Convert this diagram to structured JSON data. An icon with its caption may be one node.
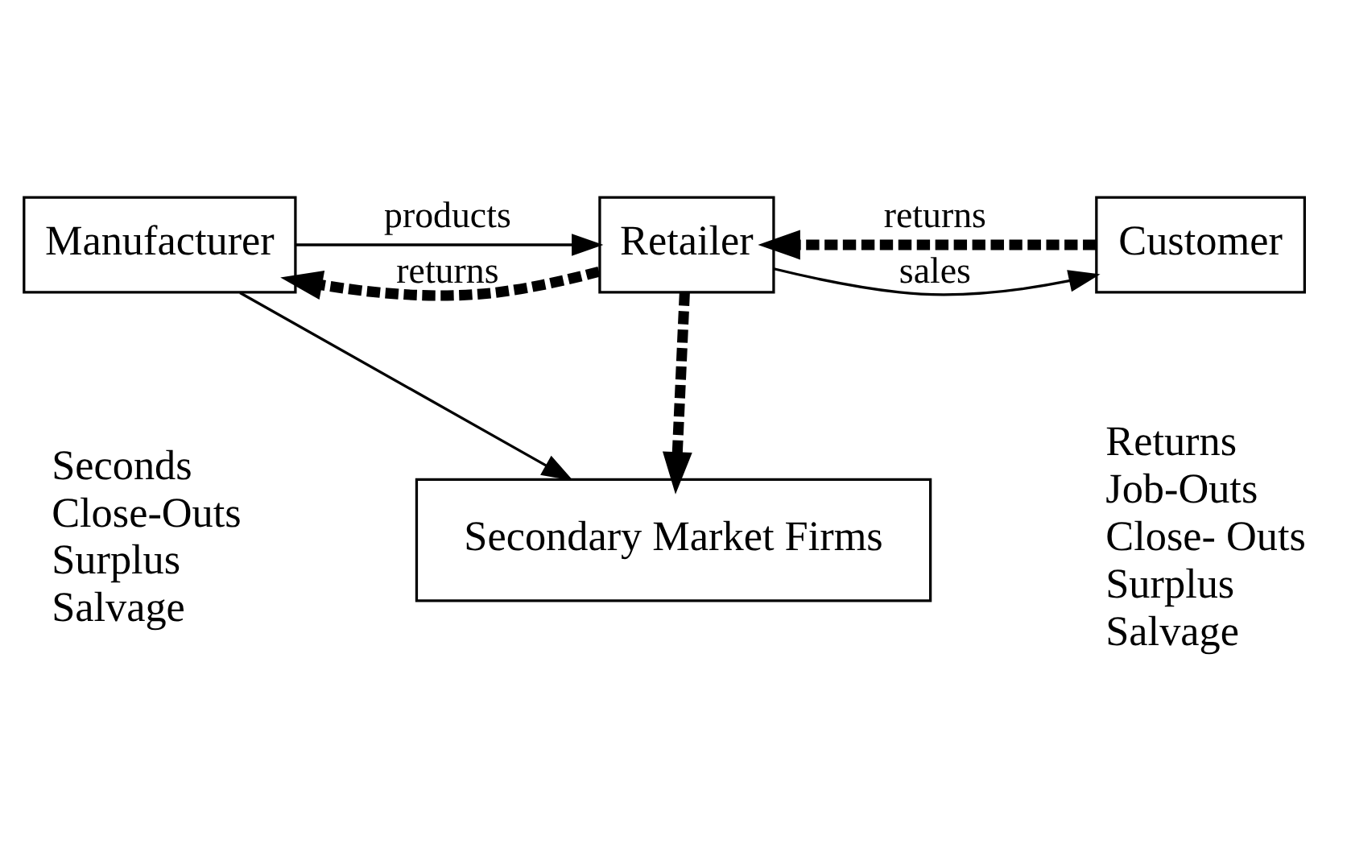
{
  "diagram": {
    "nodes": [
      {
        "text": [
          "Manufacturer"
        ]
      },
      {
        "text": [
          "Retailer"
        ]
      },
      {
        "text": [
          "Customer"
        ]
      },
      {
        "text": [
          "Secondary Market Firms"
        ]
      }
    ],
    "edges": [
      {
        "from": 0,
        "to": 1,
        "arrow": "to",
        "label": "products"
      },
      {
        "from": 1,
        "to": 2,
        "arrow": "to",
        "label": "sales"
      },
      {
        "from": 1,
        "to": 0,
        "arrow": "to",
        "label": "returns",
        "style": "dashed"
      },
      {
        "from": 2,
        "to": 1,
        "arrow": "to",
        "label": "returns",
        "style": "dashed"
      },
      {
        "from": 0,
        "to": 3,
        "arrow": "to"
      },
      {
        "from": 1,
        "to": 3,
        "arrow": "to",
        "style": "dashed"
      }
    ],
    "labels": [
      "Seconds",
      "Close-Outs",
      "Surplus",
      "Salvage",
      "Returns",
      "Job-Outs",
      "Close- Outs",
      "Surplus",
      "Salvage"
    ]
  }
}
